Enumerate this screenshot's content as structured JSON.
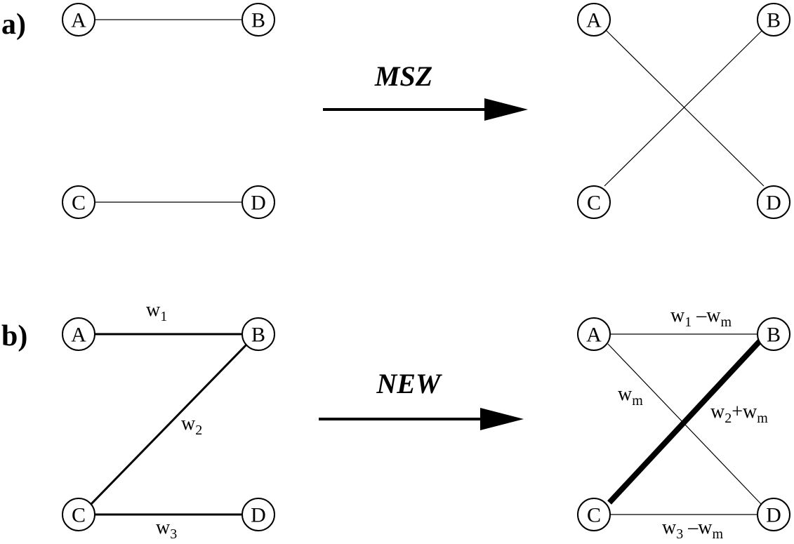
{
  "panels": {
    "a": {
      "label": "a)",
      "arrow_label": "MSZ",
      "nodes": {
        "A": "A",
        "B": "B",
        "C": "C",
        "D": "D"
      }
    },
    "b": {
      "label": "b)",
      "arrow_label": "NEW",
      "nodes": {
        "A": "A",
        "B": "B",
        "C": "C",
        "D": "D"
      },
      "weights_before": {
        "w1": {
          "base": "w",
          "sub": "1"
        },
        "w2": {
          "base": "w",
          "sub": "2"
        },
        "w3": {
          "base": "w",
          "sub": "3"
        }
      },
      "weights_after": {
        "ab": {
          "base": "w",
          "sub": "1",
          "op": " –",
          "base2": "w",
          "sub2": "m"
        },
        "ad": {
          "base": "w",
          "sub": "m"
        },
        "cb": {
          "base": "w",
          "sub": "2",
          "op": "+",
          "base2": "w",
          "sub2": "m"
        },
        "cd": {
          "base": "w",
          "sub": "3",
          "op": " –",
          "base2": "w",
          "sub2": "m"
        }
      }
    }
  }
}
